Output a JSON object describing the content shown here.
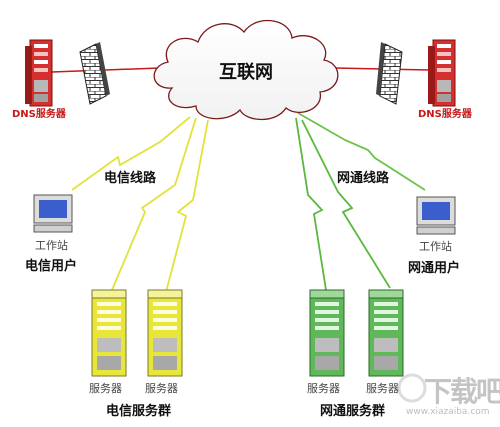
{
  "cloud": {
    "label": "互联网"
  },
  "dns": {
    "left_label": "DNS服务器",
    "right_label": "DNS服务器"
  },
  "links": {
    "telecom_label": "电信线路",
    "netcom_label": "网通线路"
  },
  "users": {
    "telecom": {
      "device_label": "工作站",
      "group_label": "电信用户"
    },
    "netcom": {
      "device_label": "工作站",
      "group_label": "网通用户"
    }
  },
  "server_groups": {
    "telecom": {
      "server_labels": [
        "服务器",
        "服务器"
      ],
      "group_label": "电信服务群"
    },
    "netcom": {
      "server_labels": [
        "服务器",
        "服务器"
      ],
      "group_label": "网通服务群"
    }
  },
  "colors": {
    "dns_red": "#d42a2a",
    "telecom_yellow": "#e6e23a",
    "netcom_green": "#4caf3f",
    "workstation_blue": "#3a5fcd",
    "firewall_line": "#c81818"
  },
  "watermark": {
    "logo_text": "下载吧",
    "url_text": "www.xiazaiba.com"
  }
}
